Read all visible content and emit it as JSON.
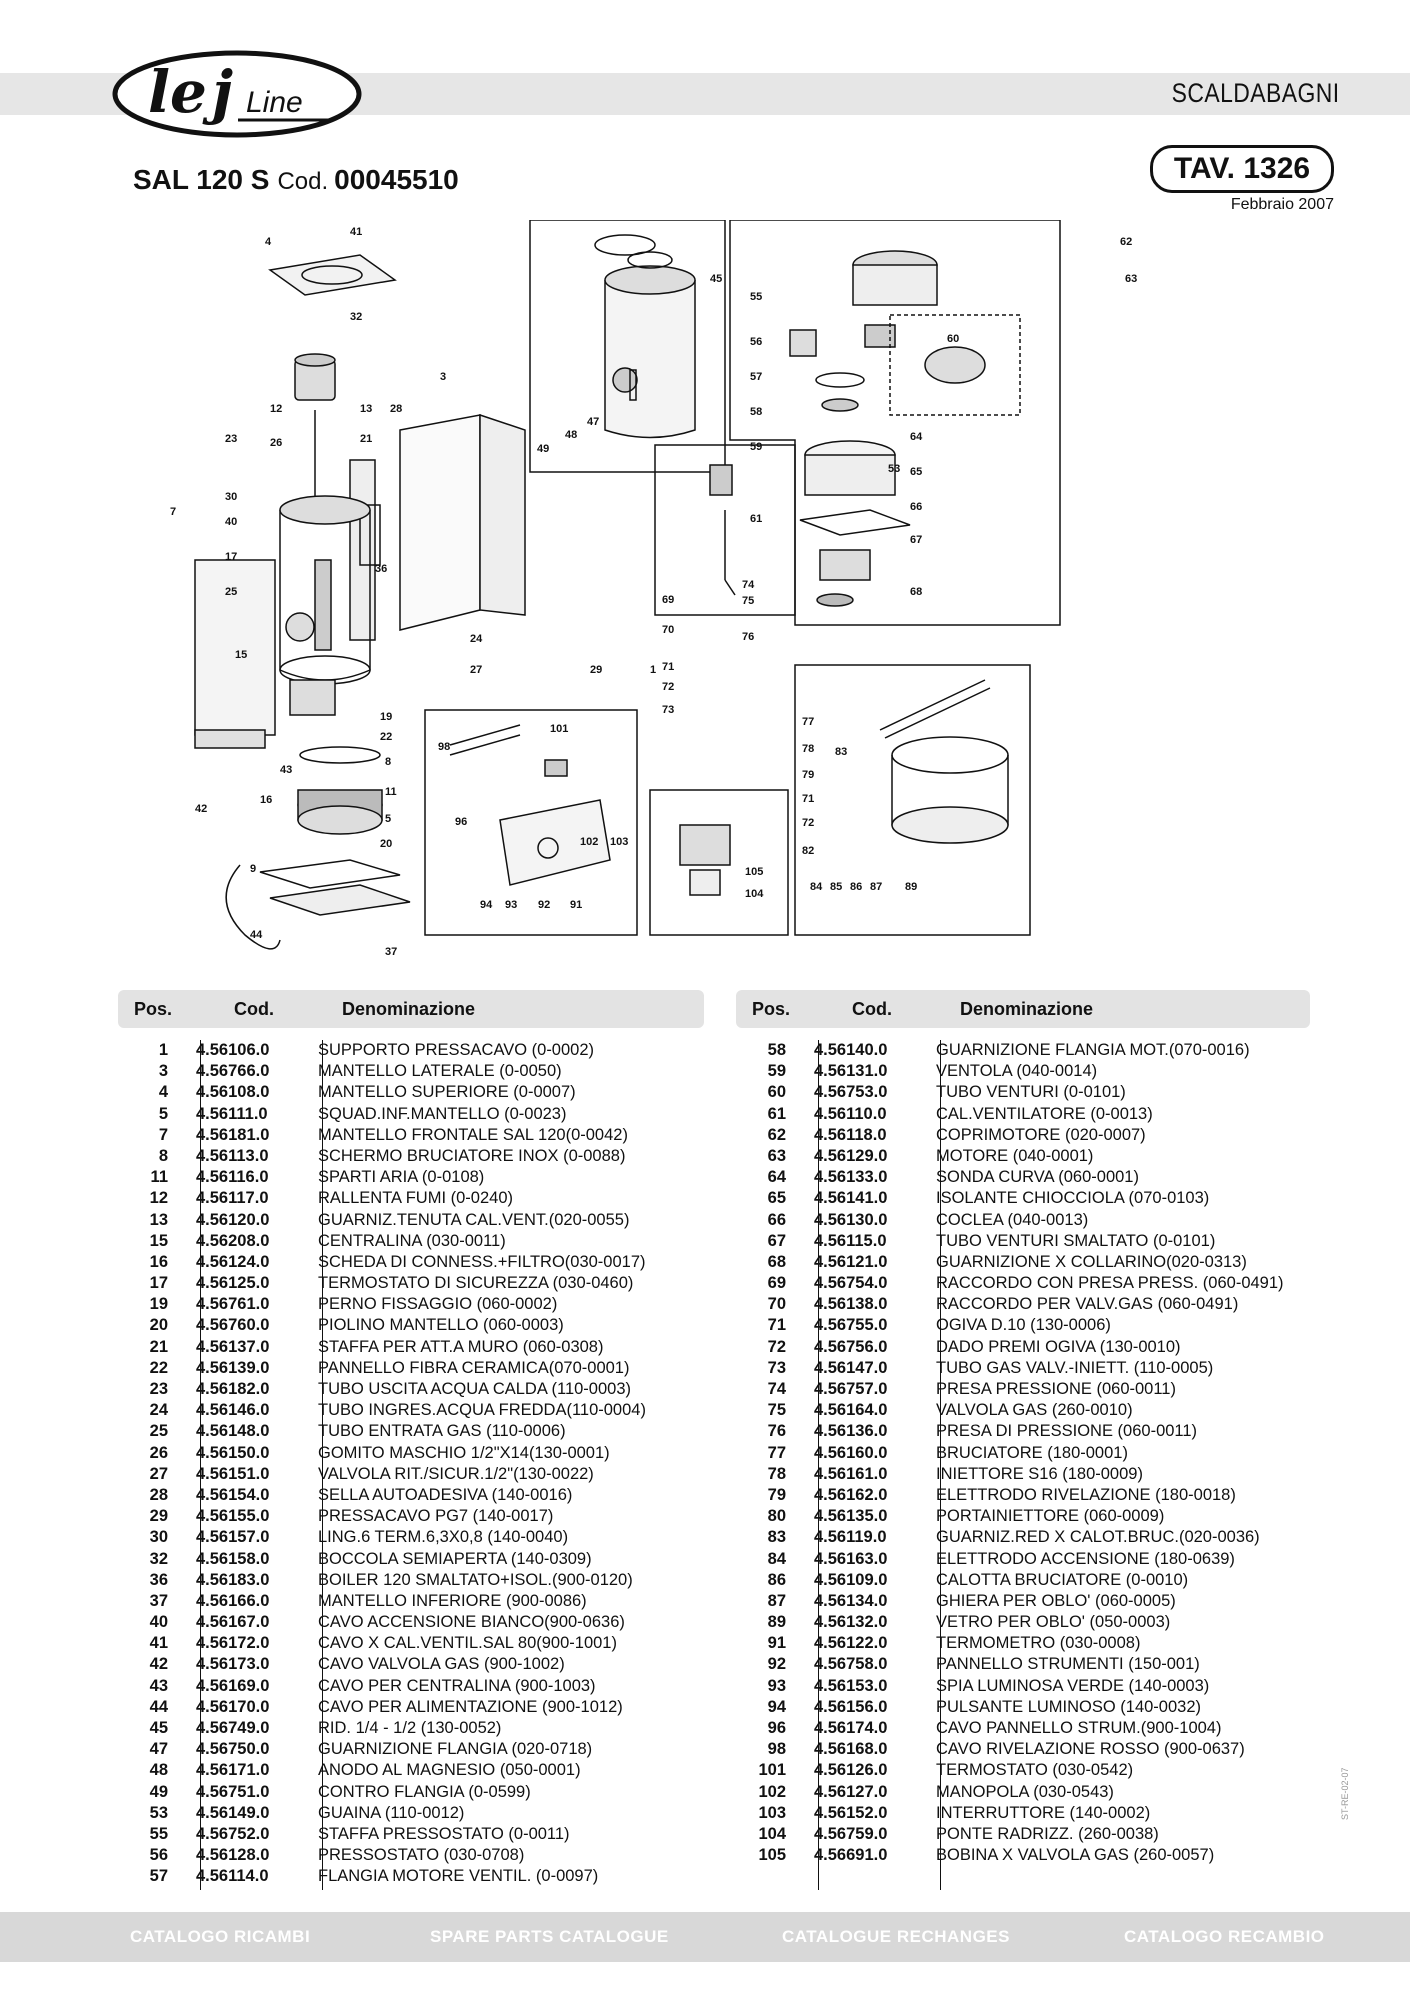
{
  "brand": "lej Line",
  "section": "SCALDABAGNI",
  "model": {
    "name": "SAL 120 S",
    "cod_label": "Cod.",
    "code": "00045510"
  },
  "tav": "TAV. 1326",
  "date": "Febbraio 2007",
  "table_headers": {
    "pos": "Pos.",
    "cod": "Cod.",
    "den": "Denominazione"
  },
  "parts_left": [
    {
      "pos": "1",
      "cod": "4.56106.0",
      "den": "SUPPORTO PRESSACAVO (0-0002)"
    },
    {
      "pos": "3",
      "cod": "4.56766.0",
      "den": "MANTELLO LATERALE (0-0050)"
    },
    {
      "pos": "4",
      "cod": "4.56108.0",
      "den": "MANTELLO SUPERIORE (0-0007)"
    },
    {
      "pos": "5",
      "cod": "4.56111.0",
      "den": "SQUAD.INF.MANTELLO (0-0023)"
    },
    {
      "pos": "7",
      "cod": "4.56181.0",
      "den": "MANTELLO FRONTALE SAL 120(0-0042)"
    },
    {
      "pos": "8",
      "cod": "4.56113.0",
      "den": "SCHERMO BRUCIATORE INOX (0-0088)"
    },
    {
      "pos": "11",
      "cod": "4.56116.0",
      "den": "SPARTI ARIA (0-0108)"
    },
    {
      "pos": "12",
      "cod": "4.56117.0",
      "den": "RALLENTA FUMI (0-0240)"
    },
    {
      "pos": "13",
      "cod": "4.56120.0",
      "den": "GUARNIZ.TENUTA CAL.VENT.(020-0055)"
    },
    {
      "pos": "15",
      "cod": "4.56208.0",
      "den": "CENTRALINA (030-0011)"
    },
    {
      "pos": "16",
      "cod": "4.56124.0",
      "den": "SCHEDA DI CONNESS.+FILTRO(030-0017)"
    },
    {
      "pos": "17",
      "cod": "4.56125.0",
      "den": "TERMOSTATO DI SICUREZZA (030-0460)"
    },
    {
      "pos": "19",
      "cod": "4.56761.0",
      "den": "PERNO FISSAGGIO (060-0002)"
    },
    {
      "pos": "20",
      "cod": "4.56760.0",
      "den": "PIOLINO MANTELLO (060-0003)"
    },
    {
      "pos": "21",
      "cod": "4.56137.0",
      "den": "STAFFA PER ATT.A MURO (060-0308)"
    },
    {
      "pos": "22",
      "cod": "4.56139.0",
      "den": "PANNELLO FIBRA CERAMICA(070-0001)"
    },
    {
      "pos": "23",
      "cod": "4.56182.0",
      "den": "TUBO USCITA ACQUA CALDA (110-0003)"
    },
    {
      "pos": "24",
      "cod": "4.56146.0",
      "den": "TUBO INGRES.ACQUA FREDDA(110-0004)"
    },
    {
      "pos": "25",
      "cod": "4.56148.0",
      "den": "TUBO ENTRATA GAS (110-0006)"
    },
    {
      "pos": "26",
      "cod": "4.56150.0",
      "den": "GOMITO MASCHIO 1/2\"X14(130-0001)"
    },
    {
      "pos": "27",
      "cod": "4.56151.0",
      "den": "VALVOLA RIT./SICUR.1/2\"(130-0022)"
    },
    {
      "pos": "28",
      "cod": "4.56154.0",
      "den": "SELLA AUTOADESIVA (140-0016)"
    },
    {
      "pos": "29",
      "cod": "4.56155.0",
      "den": "PRESSACAVO PG7 (140-0017)"
    },
    {
      "pos": "30",
      "cod": "4.56157.0",
      "den": "LING.6 TERM.6,3X0,8 (140-0040)"
    },
    {
      "pos": "32",
      "cod": "4.56158.0",
      "den": "BOCCOLA SEMIAPERTA (140-0309)"
    },
    {
      "pos": "36",
      "cod": "4.56183.0",
      "den": "BOILER 120 SMALTATO+ISOL.(900-0120)"
    },
    {
      "pos": "37",
      "cod": "4.56166.0",
      "den": "MANTELLO INFERIORE (900-0086)"
    },
    {
      "pos": "40",
      "cod": "4.56167.0",
      "den": "CAVO ACCENSIONE BIANCO(900-0636)"
    },
    {
      "pos": "41",
      "cod": "4.56172.0",
      "den": "CAVO X CAL.VENTIL.SAL 80(900-1001)"
    },
    {
      "pos": "42",
      "cod": "4.56173.0",
      "den": "CAVO VALVOLA GAS (900-1002)"
    },
    {
      "pos": "43",
      "cod": "4.56169.0",
      "den": "CAVO PER CENTRALINA (900-1003)"
    },
    {
      "pos": "44",
      "cod": "4.56170.0",
      "den": "CAVO PER ALIMENTAZIONE (900-1012)"
    },
    {
      "pos": "45",
      "cod": "4.56749.0",
      "den": "RID. 1/4 - 1/2 (130-0052)"
    },
    {
      "pos": "47",
      "cod": "4.56750.0",
      "den": "GUARNIZIONE FLANGIA (020-0718)"
    },
    {
      "pos": "48",
      "cod": "4.56171.0",
      "den": "ANODO AL MAGNESIO (050-0001)"
    },
    {
      "pos": "49",
      "cod": "4.56751.0",
      "den": "CONTRO FLANGIA (0-0599)"
    },
    {
      "pos": "53",
      "cod": "4.56149.0",
      "den": "GUAINA (110-0012)"
    },
    {
      "pos": "55",
      "cod": "4.56752.0",
      "den": "STAFFA PRESSOSTATO (0-0011)"
    },
    {
      "pos": "56",
      "cod": "4.56128.0",
      "den": "PRESSOSTATO (030-0708)"
    },
    {
      "pos": "57",
      "cod": "4.56114.0",
      "den": "FLANGIA MOTORE VENTIL. (0-0097)"
    }
  ],
  "parts_right": [
    {
      "pos": "58",
      "cod": "4.56140.0",
      "den": "GUARNIZIONE FLANGIA MOT.(070-0016)"
    },
    {
      "pos": "59",
      "cod": "4.56131.0",
      "den": "VENTOLA (040-0014)"
    },
    {
      "pos": "60",
      "cod": "4.56753.0",
      "den": "TUBO VENTURI (0-0101)"
    },
    {
      "pos": "61",
      "cod": "4.56110.0",
      "den": "CAL.VENTILATORE (0-0013)"
    },
    {
      "pos": "62",
      "cod": "4.56118.0",
      "den": "COPRIMOTORE (020-0007)"
    },
    {
      "pos": "63",
      "cod": "4.56129.0",
      "den": "MOTORE (040-0001)"
    },
    {
      "pos": "64",
      "cod": "4.56133.0",
      "den": "SONDA CURVA (060-0001)"
    },
    {
      "pos": "65",
      "cod": "4.56141.0",
      "den": "ISOLANTE CHIOCCIOLA (070-0103)"
    },
    {
      "pos": "66",
      "cod": "4.56130.0",
      "den": "COCLEA (040-0013)"
    },
    {
      "pos": "67",
      "cod": "4.56115.0",
      "den": "TUBO VENTURI SMALTATO (0-0101)"
    },
    {
      "pos": "68",
      "cod": "4.56121.0",
      "den": "GUARNIZIONE X COLLARINO(020-0313)"
    },
    {
      "pos": "69",
      "cod": "4.56754.0",
      "den": "RACCORDO CON PRESA PRESS. (060-0491)"
    },
    {
      "pos": "70",
      "cod": "4.56138.0",
      "den": "RACCORDO PER VALV.GAS (060-0491)"
    },
    {
      "pos": "71",
      "cod": "4.56755.0",
      "den": "OGIVA D.10 (130-0006)"
    },
    {
      "pos": "72",
      "cod": "4.56756.0",
      "den": "DADO PREMI OGIVA (130-0010)"
    },
    {
      "pos": "73",
      "cod": "4.56147.0",
      "den": "TUBO GAS VALV.-INIETT. (110-0005)"
    },
    {
      "pos": "74",
      "cod": "4.56757.0",
      "den": "PRESA PRESSIONE (060-0011)"
    },
    {
      "pos": "75",
      "cod": "4.56164.0",
      "den": "VALVOLA GAS (260-0010)"
    },
    {
      "pos": "76",
      "cod": "4.56136.0",
      "den": "PRESA DI PRESSIONE (060-0011)"
    },
    {
      "pos": "77",
      "cod": "4.56160.0",
      "den": "BRUCIATORE (180-0001)"
    },
    {
      "pos": "78",
      "cod": "4.56161.0",
      "den": "INIETTORE S16 (180-0009)"
    },
    {
      "pos": "79",
      "cod": "4.56162.0",
      "den": "ELETTRODO RIVELAZIONE (180-0018)"
    },
    {
      "pos": "80",
      "cod": "4.56135.0",
      "den": "PORTAINIETTORE (060-0009)"
    },
    {
      "pos": "83",
      "cod": "4.56119.0",
      "den": "GUARNIZ.RED X CALOT.BRUC.(020-0036)"
    },
    {
      "pos": "84",
      "cod": "4.56163.0",
      "den": "ELETTRODO ACCENSIONE (180-0639)"
    },
    {
      "pos": "86",
      "cod": "4.56109.0",
      "den": "CALOTTA BRUCIATORE (0-0010)"
    },
    {
      "pos": "87",
      "cod": "4.56134.0",
      "den": "GHIERA PER OBLO' (060-0005)"
    },
    {
      "pos": "89",
      "cod": "4.56132.0",
      "den": "VETRO PER OBLO' (050-0003)"
    },
    {
      "pos": "91",
      "cod": "4.56122.0",
      "den": "TERMOMETRO (030-0008)"
    },
    {
      "pos": "92",
      "cod": "4.56758.0",
      "den": "PANNELLO STRUMENTI (150-001)"
    },
    {
      "pos": "93",
      "cod": "4.56153.0",
      "den": "SPIA LUMINOSA VERDE (140-0003)"
    },
    {
      "pos": "94",
      "cod": "4.56156.0",
      "den": "PULSANTE LUMINOSO (140-0032)"
    },
    {
      "pos": "96",
      "cod": "4.56174.0",
      "den": "CAVO PANNELLO STRUM.(900-1004)"
    },
    {
      "pos": "98",
      "cod": "4.56168.0",
      "den": "CAVO RIVELAZIONE ROSSO (900-0637)"
    },
    {
      "pos": "101",
      "cod": "4.56126.0",
      "den": "TERMOSTATO (030-0542)"
    },
    {
      "pos": "102",
      "cod": "4.56127.0",
      "den": "MANOPOLA (030-0543)"
    },
    {
      "pos": "103",
      "cod": "4.56152.0",
      "den": "INTERRUTTORE (140-0002)"
    },
    {
      "pos": "104",
      "cod": "4.56759.0",
      "den": "PONTE RADRIZZ. (260-0038)"
    },
    {
      "pos": "105",
      "cod": "4.56691.0",
      "den": "BOBINA X VALVOLA GAS (260-0057)"
    }
  ],
  "callouts": [
    "1",
    "3",
    "4",
    "5",
    "7",
    "8",
    "9",
    "11",
    "12",
    "13",
    "15",
    "16",
    "17",
    "19",
    "20",
    "21",
    "22",
    "23",
    "24",
    "25",
    "26",
    "27",
    "28",
    "29",
    "30",
    "32",
    "36",
    "37",
    "40",
    "41",
    "42",
    "43",
    "44",
    "45",
    "47",
    "48",
    "49",
    "53",
    "55",
    "56",
    "57",
    "58",
    "59",
    "60",
    "61",
    "62",
    "63",
    "64",
    "65",
    "66",
    "67",
    "68",
    "69",
    "70",
    "71",
    "72",
    "73",
    "74",
    "75",
    "76",
    "77",
    "78",
    "79",
    "82",
    "83",
    "84",
    "85",
    "86",
    "87",
    "89",
    "91",
    "92",
    "93",
    "94",
    "96",
    "98",
    "101",
    "102",
    "103",
    "104",
    "105"
  ],
  "footer": [
    "CATALOGO RICAMBI",
    "SPARE PARTS CATALOGUE",
    "CATALOGUE RECHANGES",
    "CATALOGO RECAMBIO"
  ],
  "side_code": "ST-RE-02-07"
}
